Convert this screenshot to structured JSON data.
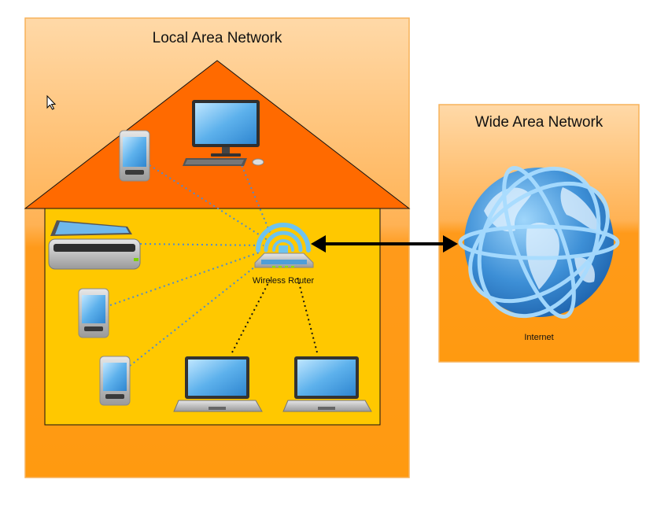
{
  "lan": {
    "title": "Local Area Network"
  },
  "wan": {
    "title": "Wide Area Network"
  },
  "labels": {
    "router": "Wireless Router",
    "internet": "Internet"
  },
  "icons": [
    "cursor-icon",
    "smartphone-icon",
    "desktop-computer-icon",
    "scanner-icon",
    "wireless-router-icon",
    "laptop-icon",
    "globe-icon"
  ],
  "colors": {
    "lan_bg": "#fba330",
    "wan_bg": "#fba330",
    "roof": "#ff6a00",
    "house_body": "#ffc800",
    "wifi_waves": "#6ec3ee",
    "link_dotted": "#4a8bd6"
  }
}
